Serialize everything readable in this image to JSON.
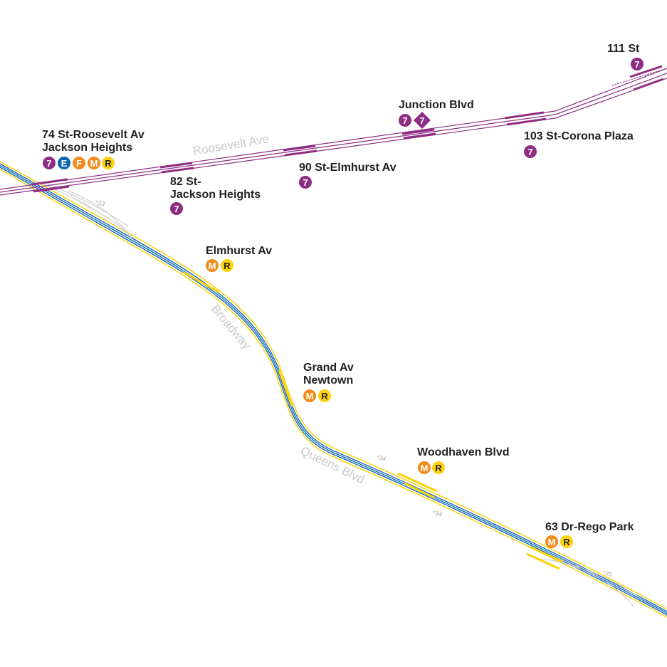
{
  "colors": {
    "flushing": "#8f2c83",
    "ind_blue": "#0b66b2",
    "orange": "#f28b1c",
    "yellow": "#fcd20a",
    "street_label": "#c9c9c9",
    "station_text": "#222222"
  },
  "streets": {
    "roosevelt": "Roosevelt Ave",
    "broadway": "Broadway",
    "queens": "Queens Blvd"
  },
  "chainage": {
    "c33": "*33",
    "c34a": "*34",
    "c34b": "*34",
    "c35": "*35"
  },
  "stations": {
    "s74": {
      "line1": "74 St-Roosevelt Av",
      "line2": "Jackson Heights",
      "routes": [
        "7",
        "E",
        "F",
        "M",
        "R"
      ]
    },
    "s82": {
      "line1": "82 St-",
      "line2": "Jackson Heights",
      "routes": [
        "7"
      ]
    },
    "s90": {
      "line1": "90 St-Elmhurst Av",
      "routes": [
        "7"
      ]
    },
    "junction": {
      "line1": "Junction Blvd",
      "routes": [
        "7",
        "7 express"
      ]
    },
    "s103": {
      "line1": "103 St-Corona Plaza",
      "routes": [
        "7"
      ]
    },
    "s111": {
      "line1": "111 St",
      "routes": [
        "7"
      ]
    },
    "elmhurst": {
      "line1": "Elmhurst Av",
      "routes": [
        "M",
        "R"
      ]
    },
    "grand": {
      "line1": "Grand Av",
      "line2": "Newtown",
      "routes": [
        "M",
        "R"
      ]
    },
    "woodhaven": {
      "line1": "Woodhaven Blvd",
      "routes": [
        "M",
        "R"
      ]
    },
    "rego": {
      "line1": "63 Dr-Rego Park",
      "routes": [
        "M",
        "R"
      ]
    }
  },
  "bullets": {
    "seven": "7",
    "e": "E",
    "f": "F",
    "m": "M",
    "r": "R"
  }
}
